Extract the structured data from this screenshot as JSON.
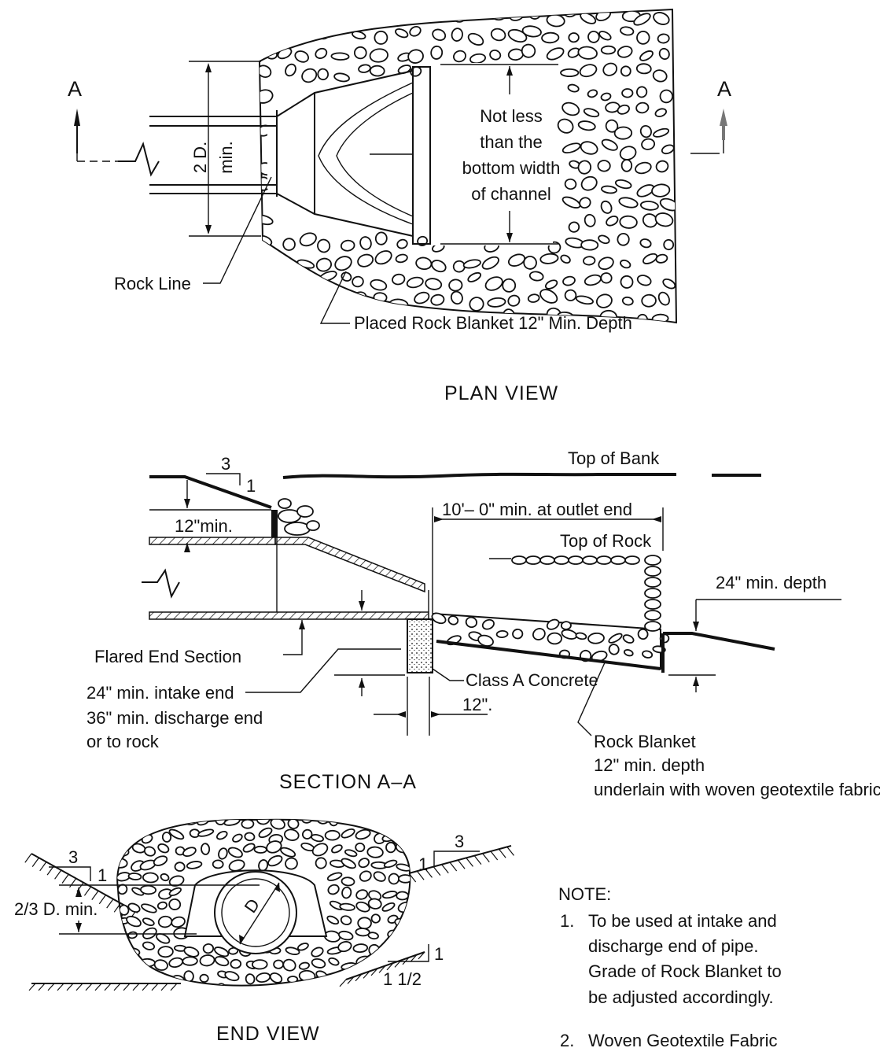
{
  "plan_view": {
    "title": "PLAN VIEW",
    "section_mark_left": "A",
    "section_mark_right": "A",
    "dim_width": "2 D.",
    "dim_min": "min.",
    "channel_note": [
      "Not less",
      "than the",
      "bottom width",
      "of channel"
    ],
    "rock_line": "Rock Line",
    "rock_blanket": "Placed Rock Blanket 12\" Min. Depth"
  },
  "section_aa": {
    "title": "SECTION   A–A",
    "slope_run": "3",
    "slope_rise": "1",
    "top_of_bank": "Top of Bank",
    "cover_min": "12\"min.",
    "outlet_length": "10'– 0\" min. at outlet end",
    "top_of_rock": "Top of Rock",
    "depth_min": "24\"  min. depth",
    "flared_end": "Flared End Section",
    "intake_lines": [
      "24\" min. intake end",
      "36\" min. discharge end",
      "or to rock"
    ],
    "class_a": "Class A Concrete",
    "cutoff_width": "12\".",
    "rock_blanket_lines": [
      "Rock Blanket",
      "12\" min. depth",
      "underlain with woven geotextile fabric"
    ]
  },
  "end_view": {
    "title": "END VIEW",
    "left_run": "3",
    "left_rise": "1",
    "right_run": "3",
    "right_rise": "1",
    "pipe_label": "D",
    "height_min": "2/3 D. min.",
    "side_rise": "1",
    "side_run": "1 1/2"
  },
  "notes": {
    "heading": "NOTE:",
    "n1_num": "1.",
    "n1_lines": [
      "To be used at intake and",
      "discharge end of pipe.",
      "Grade of Rock Blanket to",
      "be adjusted accordingly."
    ],
    "n2_num": "2.",
    "n2_text": "Woven Geotextile Fabric"
  }
}
